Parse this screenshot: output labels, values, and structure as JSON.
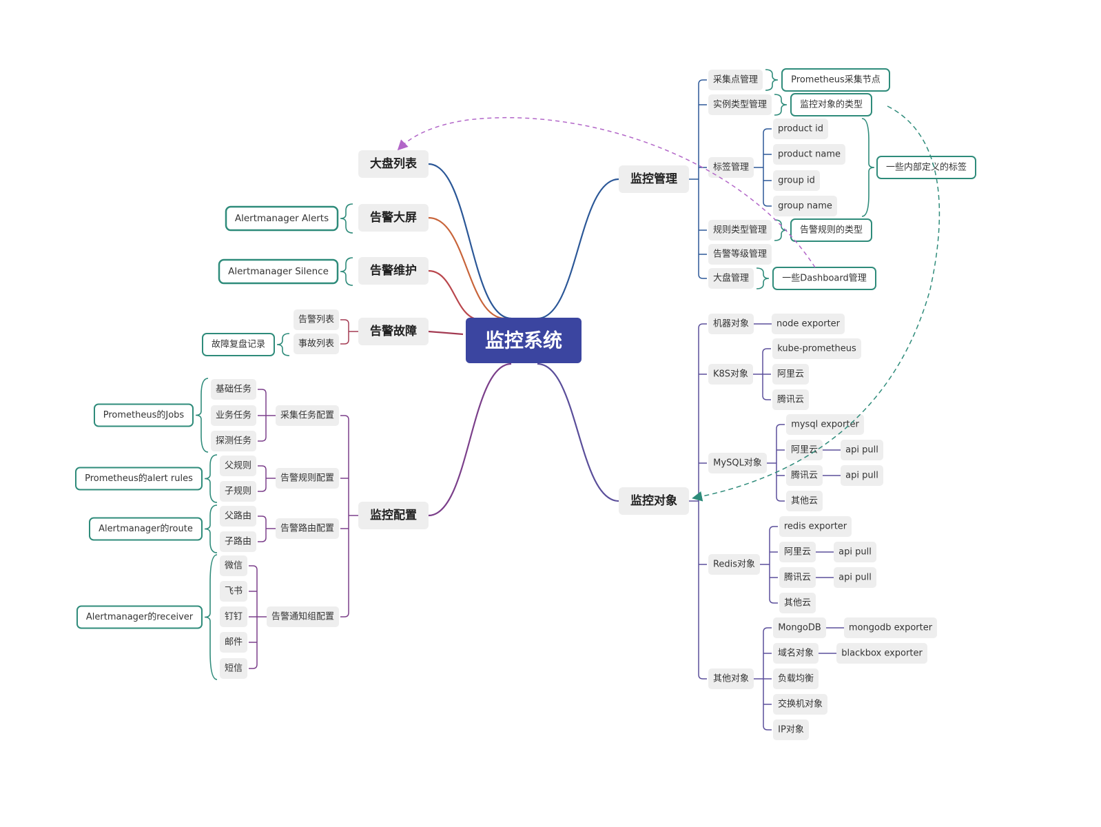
{
  "central": "监控系统",
  "left": {
    "dashboard_list": "大盘列表",
    "alert_screen": {
      "label": "告警大屏",
      "note": "Alertmanager Alerts"
    },
    "alert_maintain": {
      "label": "告警维护",
      "note": "Alertmanager Silence"
    },
    "alert_fault": {
      "label": "告警故障",
      "items": [
        "告警列表",
        "事故列表"
      ],
      "note": "故障复盘记录"
    },
    "monitor_config": {
      "label": "监控配置",
      "groups": [
        {
          "label": "采集任务配置",
          "items": [
            "基础任务",
            "业务任务",
            "探测任务"
          ],
          "note": "Prometheus的Jobs"
        },
        {
          "label": "告警规则配置",
          "items": [
            "父规则",
            "子规则"
          ],
          "note": "Prometheus的alert rules"
        },
        {
          "label": "告警路由配置",
          "items": [
            "父路由",
            "子路由"
          ],
          "note": "Alertmanager的route"
        },
        {
          "label": "告警通知组配置",
          "items": [
            "微信",
            "飞书",
            "钉钉",
            "邮件",
            "短信"
          ],
          "note": "Alertmanager的receiver"
        }
      ]
    }
  },
  "right": {
    "monitor_mgmt": {
      "label": "监控管理",
      "items": [
        {
          "label": "采集点管理",
          "note": "Prometheus采集节点"
        },
        {
          "label": "实例类型管理",
          "note": "监控对象的类型"
        },
        {
          "label": "标签管理",
          "tags": [
            "product id",
            "product name",
            "group id",
            "group name"
          ],
          "note": "一些内部定义的标签"
        },
        {
          "label": "规则类型管理",
          "note": "告警规则的类型"
        },
        {
          "label": "告警等级管理"
        },
        {
          "label": "大盘管理",
          "note": "一些Dashboard管理"
        }
      ]
    },
    "monitor_objects": {
      "label": "监控对象",
      "machine": {
        "label": "机器对象",
        "child": "node exporter"
      },
      "k8s": {
        "label": "K8S对象",
        "children": [
          "kube-prometheus",
          "阿里云",
          "腾讯云"
        ]
      },
      "mysql": {
        "label": "MySQL对象",
        "exporter": "mysql exporter",
        "clouds": [
          {
            "label": "阿里云",
            "pull": "api pull"
          },
          {
            "label": "腾讯云",
            "pull": "api pull"
          },
          {
            "label": "其他云"
          }
        ]
      },
      "redis": {
        "label": "Redis对象",
        "exporter": "redis exporter",
        "clouds": [
          {
            "label": "阿里云",
            "pull": "api pull"
          },
          {
            "label": "腾讯云",
            "pull": "api pull"
          },
          {
            "label": "其他云"
          }
        ]
      },
      "other": {
        "label": "其他对象",
        "children": [
          {
            "label": "MongoDB",
            "child": "mongodb exporter"
          },
          {
            "label": "域名对象",
            "child": "blackbox exporter"
          },
          {
            "label": "负载均衡"
          },
          {
            "label": "交换机对象"
          },
          {
            "label": "IP对象"
          }
        ]
      }
    }
  },
  "colors": {
    "central_bg": "#3b45a0",
    "topic_bg": "#eeeeee",
    "note_border": "#2e8b7a",
    "blue": "#2b5797",
    "orange": "#c8643a",
    "red": "#b9464c",
    "crimson": "#a33a52",
    "purple": "#7b3f8a",
    "indigo": "#5a4e9a",
    "dash_purple": "#b266c8",
    "dash_teal": "#2e8b7a"
  }
}
